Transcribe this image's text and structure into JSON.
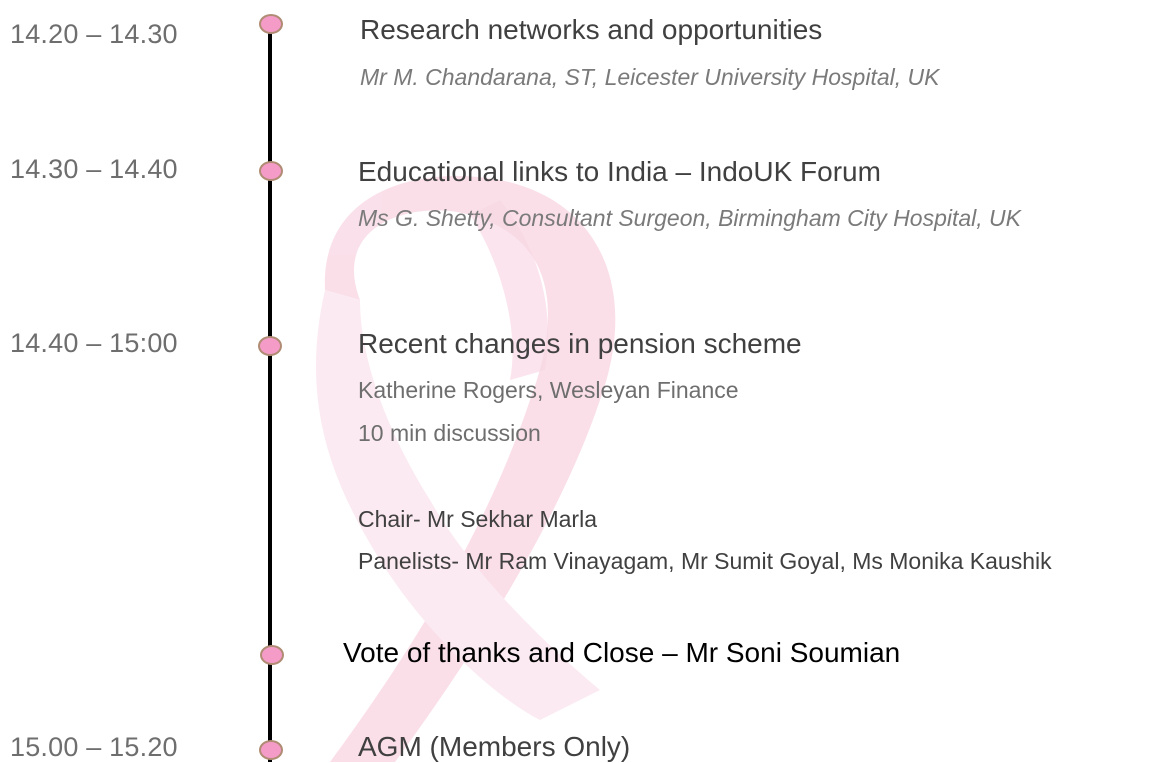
{
  "accent": {
    "dot_fill": "#f49bc8",
    "dot_border": "#b08c74",
    "ribbon": "#f6c6d8",
    "line": "#000000"
  },
  "sessions": [
    {
      "time": "14.20 – 14.30",
      "title": "Research networks and opportunities",
      "speaker": "Mr M. Chandarana, ST, Leicester University Hospital, UK"
    },
    {
      "time": "14.30 – 14.40",
      "title": "Educational links to India – IndoUK Forum",
      "speaker": "Ms G. Shetty, Consultant Surgeon, Birmingham City Hospital, UK"
    },
    {
      "time": "14.40 – 15:00",
      "title": "Recent changes in pension scheme",
      "speaker": "Katherine Rogers, Wesleyan Finance",
      "note": "10 min discussion",
      "chair": "Chair- Mr Sekhar Marla",
      "panelists": "Panelists- Mr Ram Vinayagam, Mr Sumit Goyal, Ms Monika Kaushik"
    },
    {
      "title": "Vote of thanks and Close – Mr Soni Soumian"
    },
    {
      "time": "15.00 – 15.20",
      "title": "AGM (Members Only)"
    }
  ]
}
